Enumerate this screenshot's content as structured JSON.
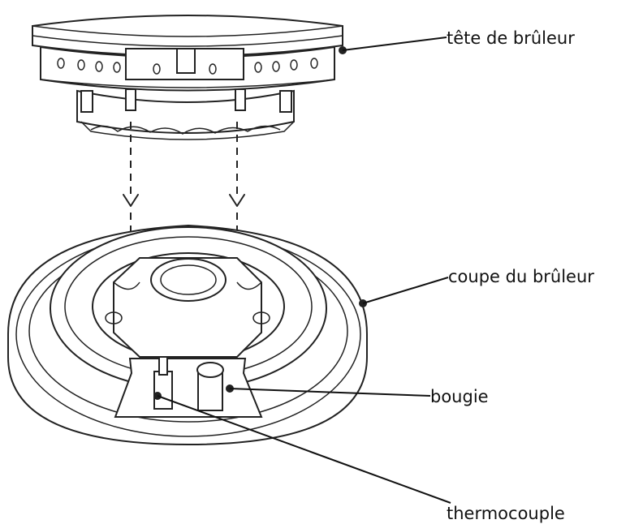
{
  "labels": {
    "burner_head": "tête de brûleur",
    "burner_cup": "coupe du brûleur",
    "spark_plug": "bougie",
    "thermocouple": "thermocouple"
  },
  "colors": {
    "line": "#222222",
    "background": "#ffffff"
  }
}
